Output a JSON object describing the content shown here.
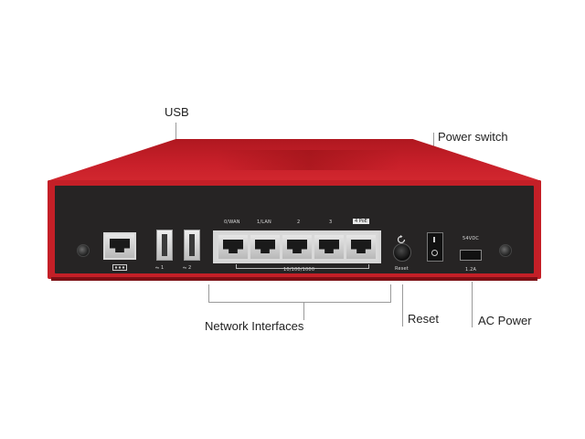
{
  "callouts": {
    "usb": "USB",
    "power_switch": "Power switch",
    "network_interfaces": "Network Interfaces",
    "reset": "Reset",
    "ac_power": "AC Power"
  },
  "device": {
    "port_labels": [
      "0/WAN",
      "1/LAN",
      "2",
      "3",
      "4 PoE"
    ],
    "speed_label": "10/100/1000",
    "usb_1": "1",
    "usb_2": "2",
    "reset_label": "Reset",
    "voltage_label": "54VDC",
    "current_label": "1.2A"
  },
  "colors": {
    "chassis": "#c41f27",
    "front_panel": "#262424"
  }
}
